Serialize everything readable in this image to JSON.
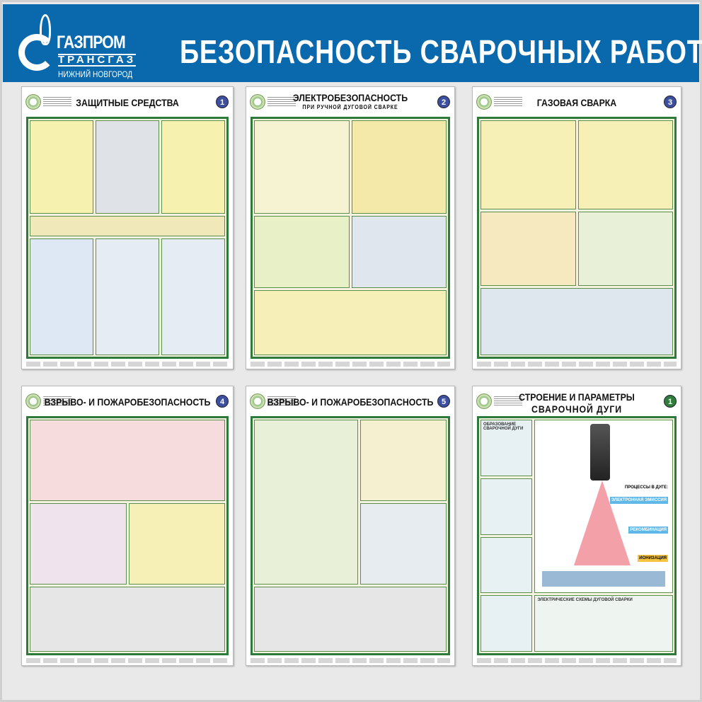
{
  "header": {
    "title": "БЕЗОПАСНОСТЬ СВАРОЧНЫХ РАБОТ",
    "logo": {
      "line1": "ГАЗПРОМ",
      "line2": "ТРАНСГАЗ",
      "line3": "НИЖНИЙ НОВГОРОД"
    }
  },
  "posters": [
    {
      "title": "ЗАЩИТНЫЕ СРЕДСТВА",
      "subtitle": "",
      "number": "1"
    },
    {
      "title": "ЭЛЕКТРОБЕЗОПАСНОСТЬ",
      "subtitle": "ПРИ РУЧНОЙ ДУГОВОЙ СВАРКЕ",
      "number": "2"
    },
    {
      "title": "ГАЗОВАЯ СВАРКА",
      "subtitle": "",
      "number": "3"
    },
    {
      "title": "ВЗРЫВО- И ПОЖАРОБЕЗОПАСНОСТЬ",
      "subtitle": "",
      "number": "4"
    },
    {
      "title": "ВЗРЫВО- И ПОЖАРОБЕЗОПАСНОСТЬ",
      "subtitle": "",
      "number": "5"
    },
    {
      "title": "СТРОЕНИЕ И ПАРАМЕТРЫ",
      "subtitle": "СВАРОЧНОЙ ДУГИ",
      "number": "1",
      "sections": {
        "formation": "ОБРАЗОВАНИЕ СВАРОЧНОЙ ДУГИ",
        "processes": "ПРОЦЕССЫ В ДУГЕ:",
        "emission": "ЭЛЕКТРОННАЯ ЭМИССИЯ",
        "recombination": "РЕКОМБИНАЦИЯ",
        "ionization": "ИОНИЗАЦИЯ",
        "schemes": "ЭЛЕКТРИЧЕСКИЕ СХЕМЫ ДУГОВОЙ СВАРКИ"
      }
    }
  ],
  "colors": {
    "header": "#0a68ad",
    "border": "#2d7a3a",
    "badge_blue": "#3c4fa0",
    "badge_green": "#2f7d3a"
  }
}
